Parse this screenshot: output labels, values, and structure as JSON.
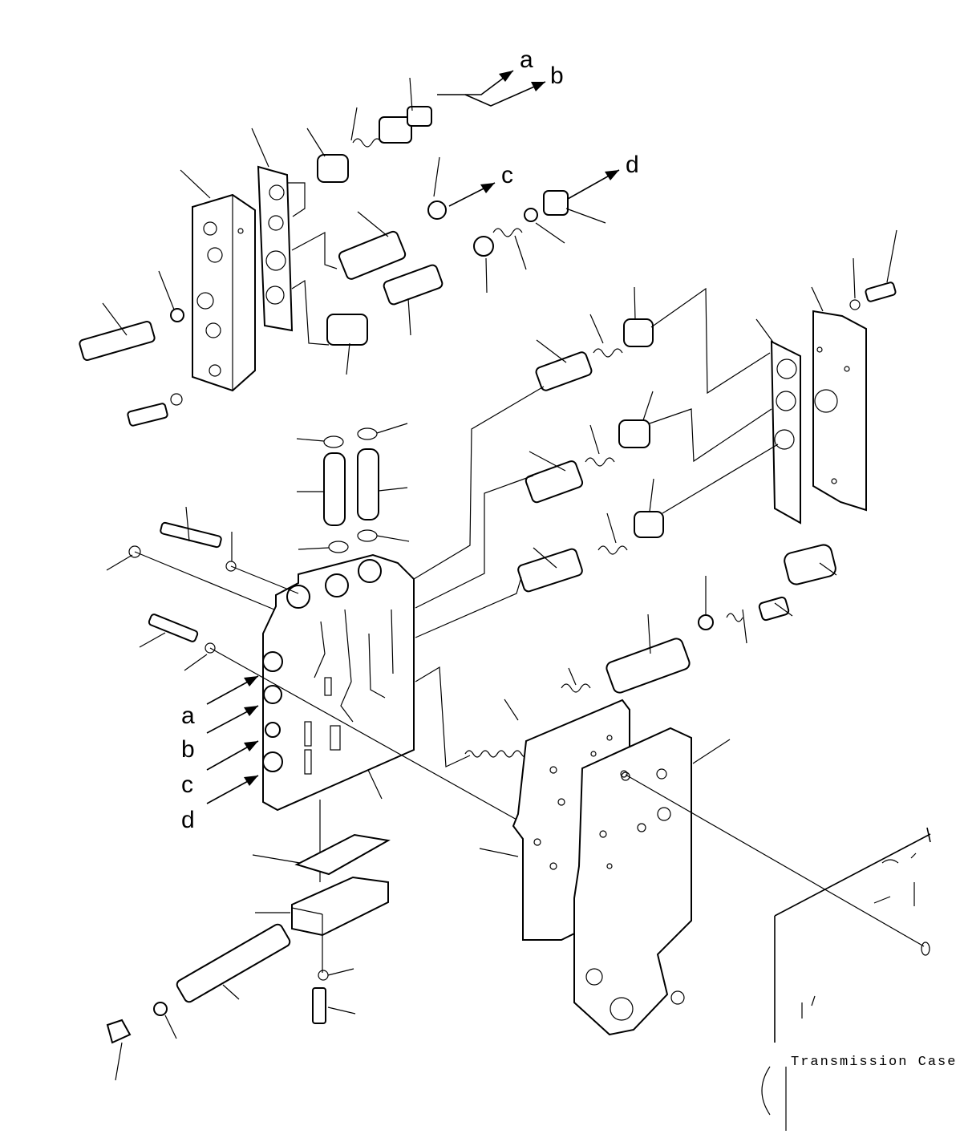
{
  "callouts": {
    "a_top": "a",
    "b_top": "b",
    "c_top": "c",
    "d_top": "d",
    "a_left": "a",
    "b_left": "b",
    "c_left": "c",
    "d_left": "d"
  },
  "transmission_case_label": "Transmission Case"
}
